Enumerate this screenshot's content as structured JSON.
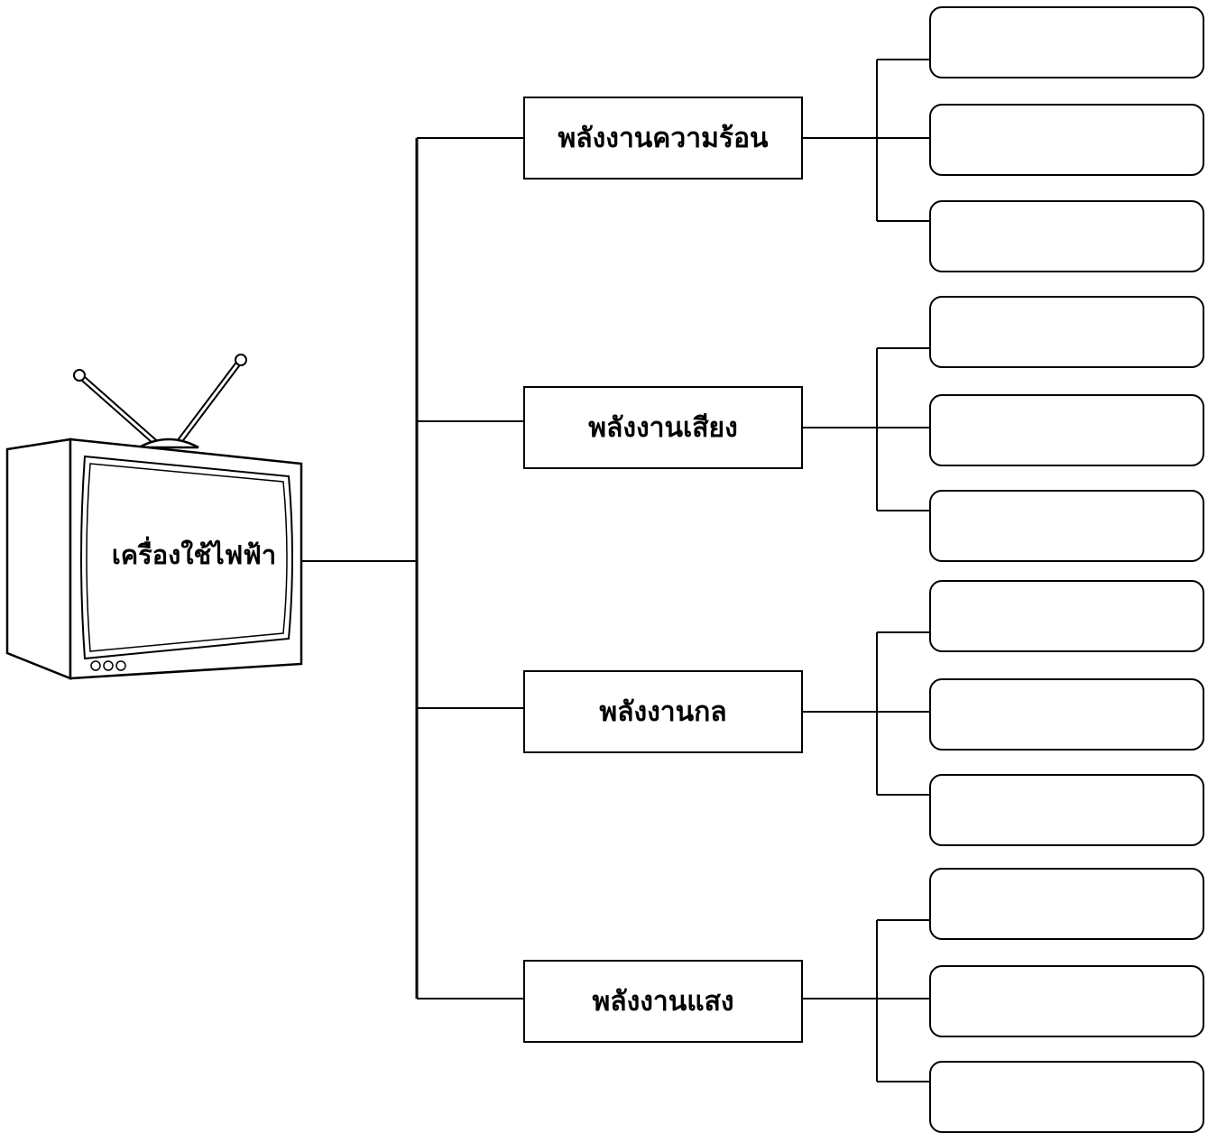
{
  "root": {
    "label": "เครื่องใช้ไฟฟ้า",
    "image": "television-icon"
  },
  "categories": [
    {
      "label": "พลังงานความร้อน",
      "answer_slots": 3
    },
    {
      "label": "พลังงานเสียง",
      "answer_slots": 3
    },
    {
      "label": "พลังงานกล",
      "answer_slots": 3
    },
    {
      "label": "พลังงานแสง",
      "answer_slots": 3
    }
  ],
  "colors": {
    "line": "#000000",
    "background": "#ffffff",
    "tv_body": "#ffffff"
  }
}
